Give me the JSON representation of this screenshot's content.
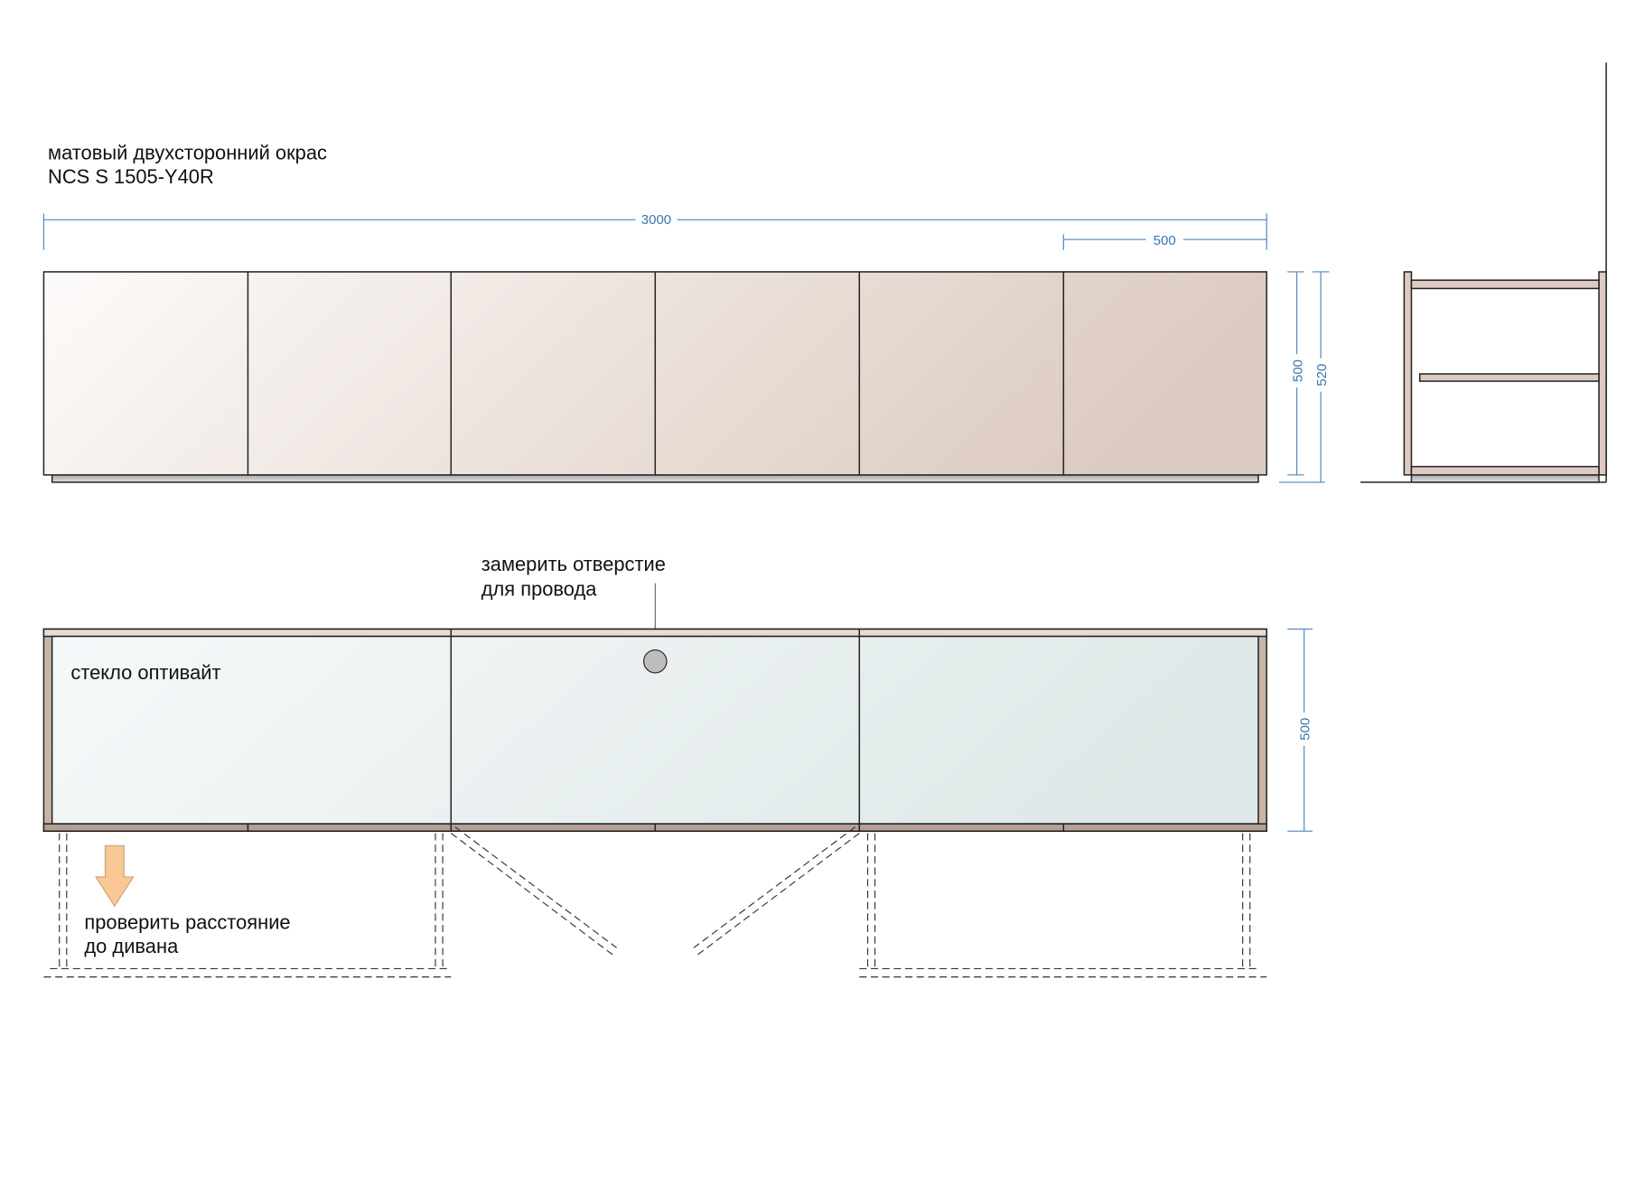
{
  "notes": {
    "finish_line1": "матовый двухсторонний окрас",
    "finish_line2": "NCS S 1505-Y40R",
    "glass": "стекло оптивайт",
    "hole_line1": "замерить отверстие",
    "hole_line2": "для провода",
    "sofa_line1": "проверить расстояние",
    "sofa_line2": "до дивана"
  },
  "dimensions": {
    "total_width": "3000",
    "door_width": "500",
    "door_height": "500",
    "total_height": "520",
    "glass_height": "500"
  },
  "colors": {
    "panel": "#dccbc0",
    "glass": "#e3ecec",
    "dimension": "#3a74b0",
    "arrow": "#f9c894"
  }
}
